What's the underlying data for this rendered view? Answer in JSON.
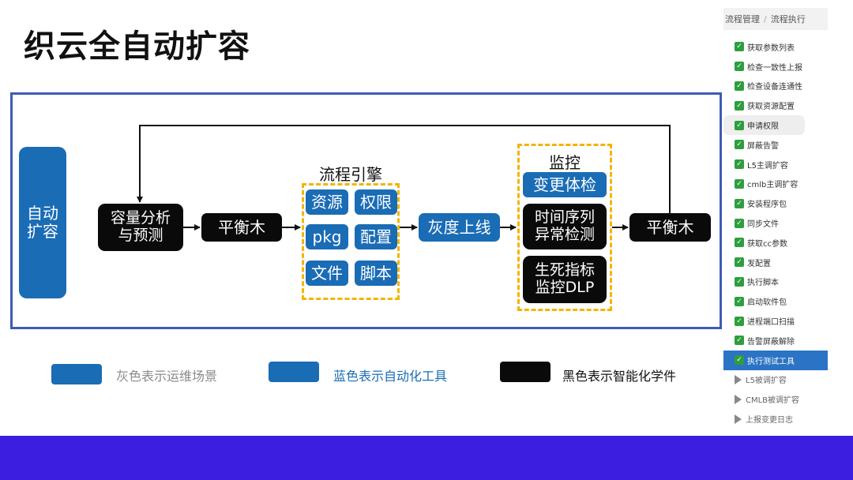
{
  "title": "织云全自动扩容",
  "diagram": {
    "auto_scaling": "自动\n扩容",
    "capacity_analysis": "容量分析\n与预测",
    "balance_1": "平衡木",
    "engine": {
      "title": "流程引擎",
      "items": [
        "资源",
        "权限",
        "pkg",
        "配置",
        "文件",
        "脚本"
      ]
    },
    "gray_release": "灰度上线",
    "monitor": {
      "title": "监控",
      "items": [
        "变更体检",
        "时间序列\n异常检测",
        "生死指标\n监控DLP"
      ]
    },
    "balance_2": "平衡木"
  },
  "legend": [
    {
      "label": "灰色表示运维场景",
      "color": "#1a6cb5"
    },
    {
      "label": "蓝色表示自动化工具",
      "color": "#1a6cb5"
    },
    {
      "label": "黑色表示智能化学件",
      "color": "#0a0a0a"
    }
  ],
  "sidebar": {
    "breadcrumb": [
      "流程管理",
      "流程执行"
    ],
    "steps": [
      {
        "label": "获取参数列表",
        "status": "done"
      },
      {
        "label": "检查一致性上报",
        "status": "done"
      },
      {
        "label": "检查设备连通性",
        "status": "done"
      },
      {
        "label": "获取资源配置",
        "status": "done"
      },
      {
        "label": "申请权限",
        "status": "done"
      },
      {
        "label": "屏蔽告警",
        "status": "done"
      },
      {
        "label": "L5主调扩容",
        "status": "done"
      },
      {
        "label": "cmlb主调扩容",
        "status": "done"
      },
      {
        "label": "安装程序包",
        "status": "done"
      },
      {
        "label": "同步文件",
        "status": "done"
      },
      {
        "label": "获取cc参数",
        "status": "done"
      },
      {
        "label": "发配置",
        "status": "done"
      },
      {
        "label": "执行脚本",
        "status": "done"
      },
      {
        "label": "启动软件包",
        "status": "done"
      },
      {
        "label": "进程端口扫描",
        "status": "done"
      },
      {
        "label": "告警屏蔽解除",
        "status": "done"
      },
      {
        "label": "执行测试工具",
        "status": "done"
      },
      {
        "label": "L5被调扩容",
        "status": "todo"
      },
      {
        "label": "CMLB被调扩容",
        "status": "todo"
      },
      {
        "label": "上报变更日志",
        "status": "todo"
      }
    ]
  },
  "colors": {
    "frame": "#3f5bb5",
    "blue_node": "#1a6cb5",
    "black_node": "#0a0a0a",
    "dashed_group": "#f5b400",
    "bottom_bar": "#3b1ee0",
    "step_done": "#2e9e3e",
    "step_active": "#2b73c4"
  }
}
